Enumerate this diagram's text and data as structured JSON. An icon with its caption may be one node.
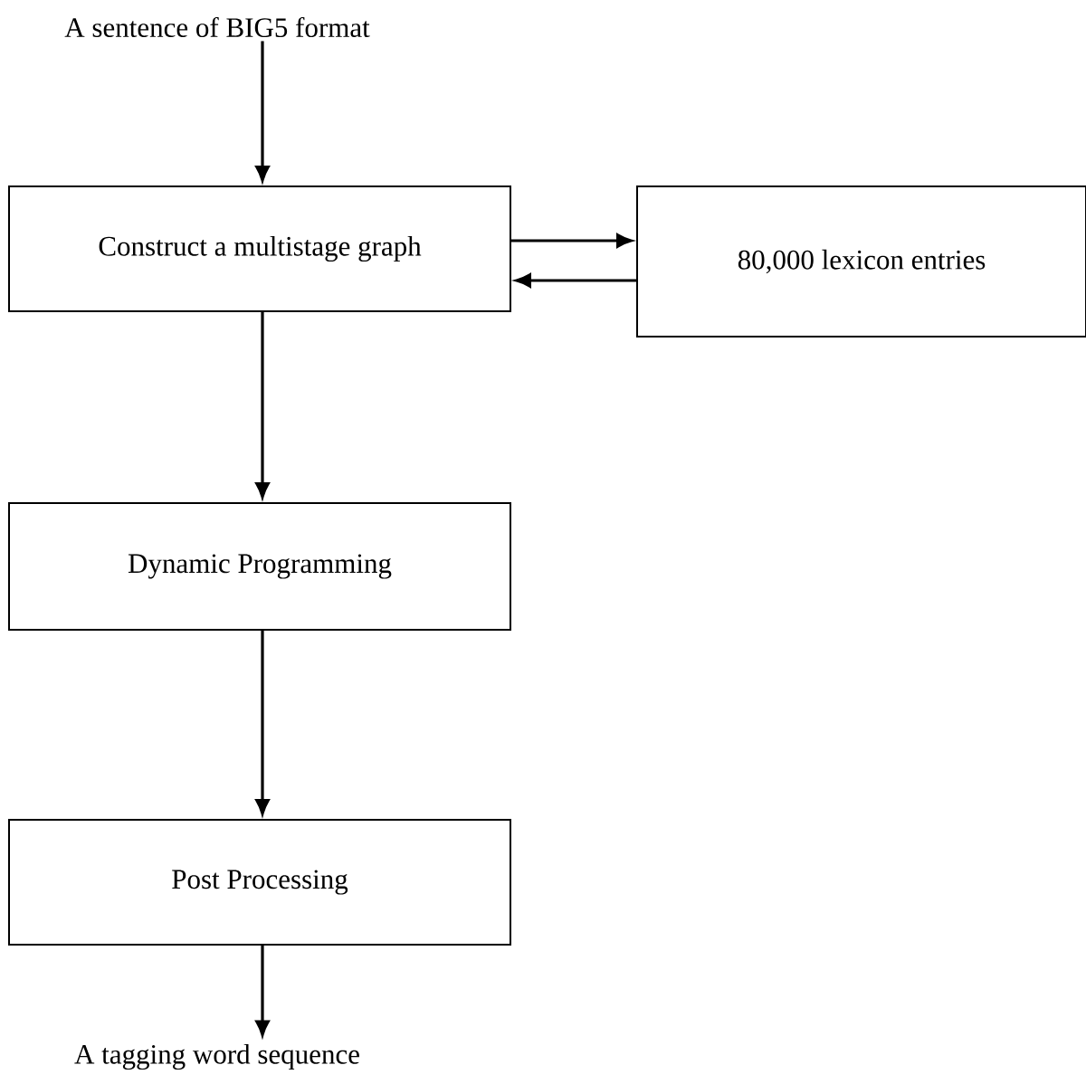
{
  "diagram": {
    "nodes": [
      {
        "text": [
          "A sentence of BIG5 format"
        ]
      },
      {
        "text": [
          "Construct a multistage graph"
        ]
      },
      {
        "text": [
          "80,000 lexicon  entries"
        ]
      },
      {
        "text": [
          "Dynamic Programming"
        ]
      },
      {
        "text": [
          "Post Processing"
        ]
      },
      {
        "text": [
          "A tagging word sequence"
        ]
      }
    ],
    "edges": [
      {
        "from": 0,
        "to": 1,
        "arrow": "to"
      },
      {
        "from": 1,
        "to": 2,
        "arrow": "to"
      },
      {
        "from": 2,
        "to": 1,
        "arrow": "to"
      },
      {
        "from": 1,
        "to": 3,
        "arrow": "to"
      },
      {
        "from": 3,
        "to": 4,
        "arrow": "to"
      },
      {
        "from": 4,
        "to": 5,
        "arrow": "to"
      }
    ]
  }
}
